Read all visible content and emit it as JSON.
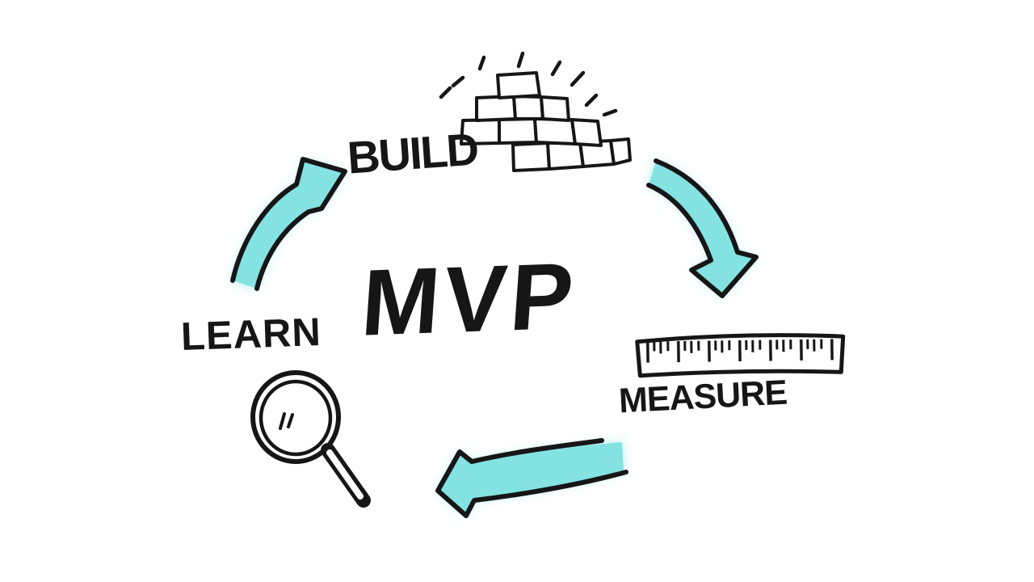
{
  "diagram": {
    "center_label": "MVP",
    "cycle": [
      {
        "label": "BUILD",
        "icon": "bricks-icon",
        "position": "top"
      },
      {
        "label": "MEASURE",
        "icon": "ruler-icon",
        "position": "right"
      },
      {
        "label": "LEARN",
        "icon": "magnifier-icon",
        "position": "left"
      }
    ],
    "flow": [
      {
        "from": "BUILD",
        "to": "MEASURE"
      },
      {
        "from": "MEASURE",
        "to": "LEARN"
      },
      {
        "from": "LEARN",
        "to": "BUILD"
      }
    ],
    "colors": {
      "ink": "#161616",
      "arrow_fill": "#84e2e2",
      "arrow_halo": "#aeeeec",
      "background": "#ffffff"
    }
  }
}
